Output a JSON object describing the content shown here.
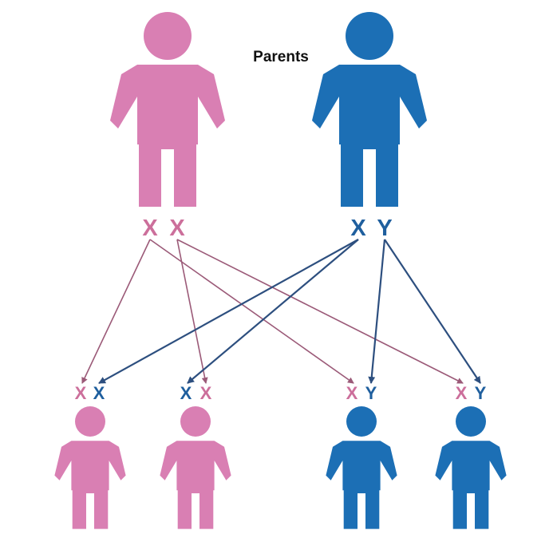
{
  "title": "Parents",
  "colors": {
    "female": "#d97fb3",
    "male": "#1c6fb5",
    "female_chrom": "#cc6f9b",
    "male_chrom": "#1f5f9e",
    "female_line": "#9b5a78",
    "male_line": "#2d4f7f"
  },
  "icons": {
    "female": "person-female-icon",
    "male": "person-male-icon"
  },
  "parents": [
    {
      "sex": "female",
      "chromosomes": [
        {
          "letter": "X",
          "color": "female"
        },
        {
          "letter": "X",
          "color": "female"
        }
      ]
    },
    {
      "sex": "male",
      "chromosomes": [
        {
          "letter": "X",
          "color": "male"
        },
        {
          "letter": "Y",
          "color": "male"
        }
      ]
    }
  ],
  "children": [
    {
      "sex": "female",
      "chromosomes": [
        {
          "letter": "X",
          "color": "female"
        },
        {
          "letter": "X",
          "color": "male"
        }
      ]
    },
    {
      "sex": "female",
      "chromosomes": [
        {
          "letter": "X",
          "color": "male"
        },
        {
          "letter": "X",
          "color": "female"
        }
      ]
    },
    {
      "sex": "male",
      "chromosomes": [
        {
          "letter": "X",
          "color": "female"
        },
        {
          "letter": "Y",
          "color": "male"
        }
      ]
    },
    {
      "sex": "male",
      "chromosomes": [
        {
          "letter": "X",
          "color": "female"
        },
        {
          "letter": "Y",
          "color": "male"
        }
      ]
    }
  ],
  "inheritance": [
    {
      "from_parent": 0,
      "from_chrom": 0,
      "to_child": 0,
      "to_chrom": 0,
      "color": "female_line"
    },
    {
      "from_parent": 0,
      "from_chrom": 0,
      "to_child": 2,
      "to_chrom": 0,
      "color": "female_line"
    },
    {
      "from_parent": 0,
      "from_chrom": 1,
      "to_child": 1,
      "to_chrom": 1,
      "color": "female_line"
    },
    {
      "from_parent": 0,
      "from_chrom": 1,
      "to_child": 3,
      "to_chrom": 0,
      "color": "female_line"
    },
    {
      "from_parent": 1,
      "from_chrom": 0,
      "to_child": 0,
      "to_chrom": 1,
      "color": "male_line"
    },
    {
      "from_parent": 1,
      "from_chrom": 0,
      "to_child": 1,
      "to_chrom": 0,
      "color": "male_line"
    },
    {
      "from_parent": 1,
      "from_chrom": 1,
      "to_child": 2,
      "to_chrom": 1,
      "color": "male_line"
    },
    {
      "from_parent": 1,
      "from_chrom": 1,
      "to_child": 3,
      "to_chrom": 1,
      "color": "male_line"
    }
  ]
}
